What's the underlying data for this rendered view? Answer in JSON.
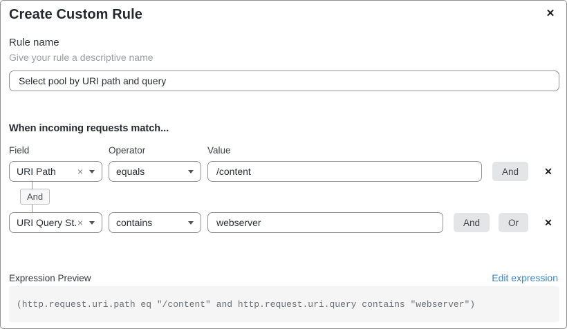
{
  "dialog": {
    "title": "Create Custom Rule",
    "close_icon": "✕"
  },
  "rule_name": {
    "label": "Rule name",
    "helper": "Give your rule a descriptive name",
    "value": "Select pool by URI path and query"
  },
  "match": {
    "heading": "When incoming requests match...",
    "columns": {
      "field": "Field",
      "operator": "Operator",
      "value": "Value"
    },
    "conditions": [
      {
        "field": "URI Path",
        "operator": "equals",
        "value": "/content"
      },
      {
        "field": "URI Query St...",
        "operator": "contains",
        "value": "webserver"
      }
    ],
    "connector": "And",
    "and_label": "And",
    "or_label": "Or"
  },
  "icons": {
    "clear": "×",
    "delete": "✕"
  },
  "expression": {
    "label": "Expression Preview",
    "edit_link": "Edit expression",
    "code": "(http.request.uri.path eq \"/content\" and http.request.uri.query contains \"webserver\")"
  },
  "colors": {
    "link": "#3b87c4",
    "input_border": "#8f9194",
    "button_bg": "#e4e5e6",
    "code_bg": "#f5f5f5"
  }
}
